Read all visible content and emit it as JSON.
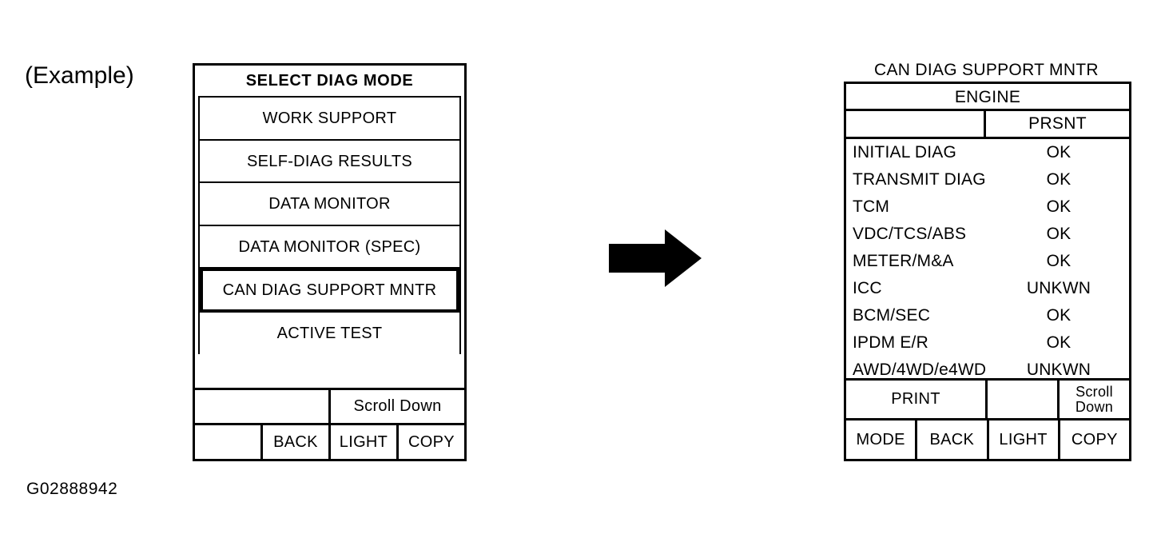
{
  "figure": {
    "example_label": "(Example)",
    "figure_id": "G02888942"
  },
  "arrow": {
    "icon": "right-arrow-icon",
    "color": "#000000",
    "direction": "right"
  },
  "left_screen": {
    "title": "SELECT DIAG MODE",
    "menu_items": [
      {
        "label": "WORK SUPPORT",
        "selected": false
      },
      {
        "label": "SELF-DIAG RESULTS",
        "selected": false
      },
      {
        "label": "DATA MONITOR",
        "selected": false
      },
      {
        "label": "DATA MONITOR (SPEC)",
        "selected": false
      },
      {
        "label": "CAN DIAG SUPPORT MNTR",
        "selected": true
      },
      {
        "label": "ACTIVE TEST",
        "selected": false
      }
    ],
    "softkeys_row1": [
      "",
      "Scroll Down"
    ],
    "softkeys_row2": [
      "",
      "BACK",
      "LIGHT",
      "COPY"
    ]
  },
  "right_screen": {
    "title": "CAN DIAG SUPPORT MNTR",
    "system": "ENGINE",
    "columns": [
      "",
      "PRSNT"
    ],
    "rows": [
      {
        "unit": "INITIAL DIAG",
        "status": "OK"
      },
      {
        "unit": "TRANSMIT DIAG",
        "status": "OK"
      },
      {
        "unit": "TCM",
        "status": "OK"
      },
      {
        "unit": "VDC/TCS/ABS",
        "status": "OK"
      },
      {
        "unit": "METER/M&A",
        "status": "OK"
      },
      {
        "unit": "ICC",
        "status": "UNKWN"
      },
      {
        "unit": "BCM/SEC",
        "status": "OK"
      },
      {
        "unit": "IPDM E/R",
        "status": "OK"
      },
      {
        "unit": "AWD/4WD/e4WD",
        "status": "UNKWN"
      }
    ],
    "softkeys_row1": [
      "PRINT",
      "",
      "Scroll\nDown"
    ],
    "softkeys_row2": [
      "MODE",
      "BACK",
      "LIGHT",
      "COPY"
    ]
  }
}
